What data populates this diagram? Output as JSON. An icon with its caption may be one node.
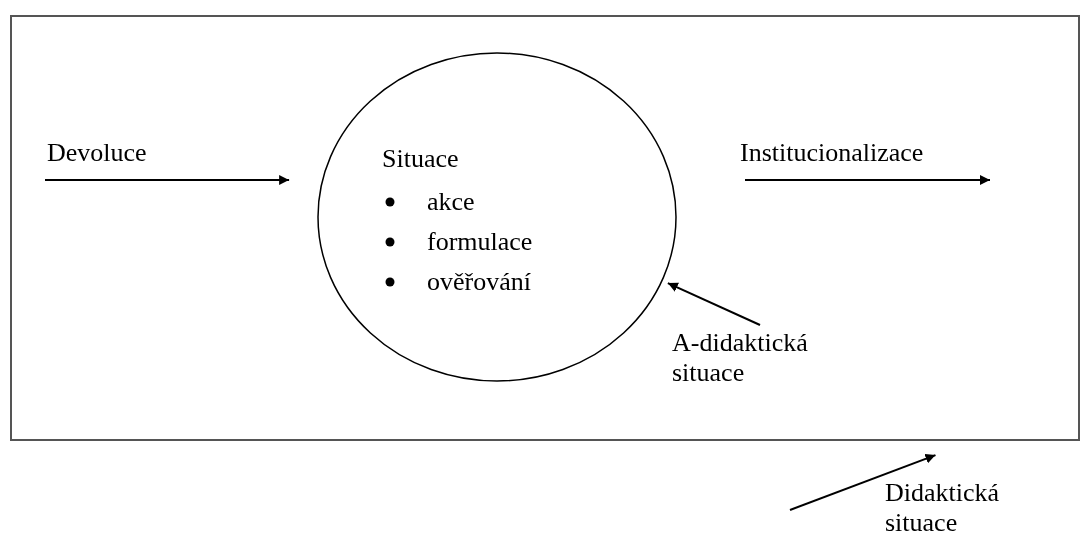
{
  "diagram": {
    "nodes": [
      {
        "text": [],
        "shape": "box"
      },
      {
        "text": [
          "Situace",
          "akce",
          "formulace",
          "ověřování"
        ],
        "in": 0
      }
    ],
    "edges": [
      {
        "from": null,
        "to": 1,
        "arrow": "to",
        "label": "Devoluce"
      },
      {
        "from": null,
        "to": 1,
        "arrow": "to",
        "label": "A-didaktická situace"
      },
      {
        "from": null,
        "to": 0,
        "arrow": "to",
        "label": "Didaktická situace"
      }
    ],
    "labels": [
      "Institucionalizace"
    ]
  }
}
